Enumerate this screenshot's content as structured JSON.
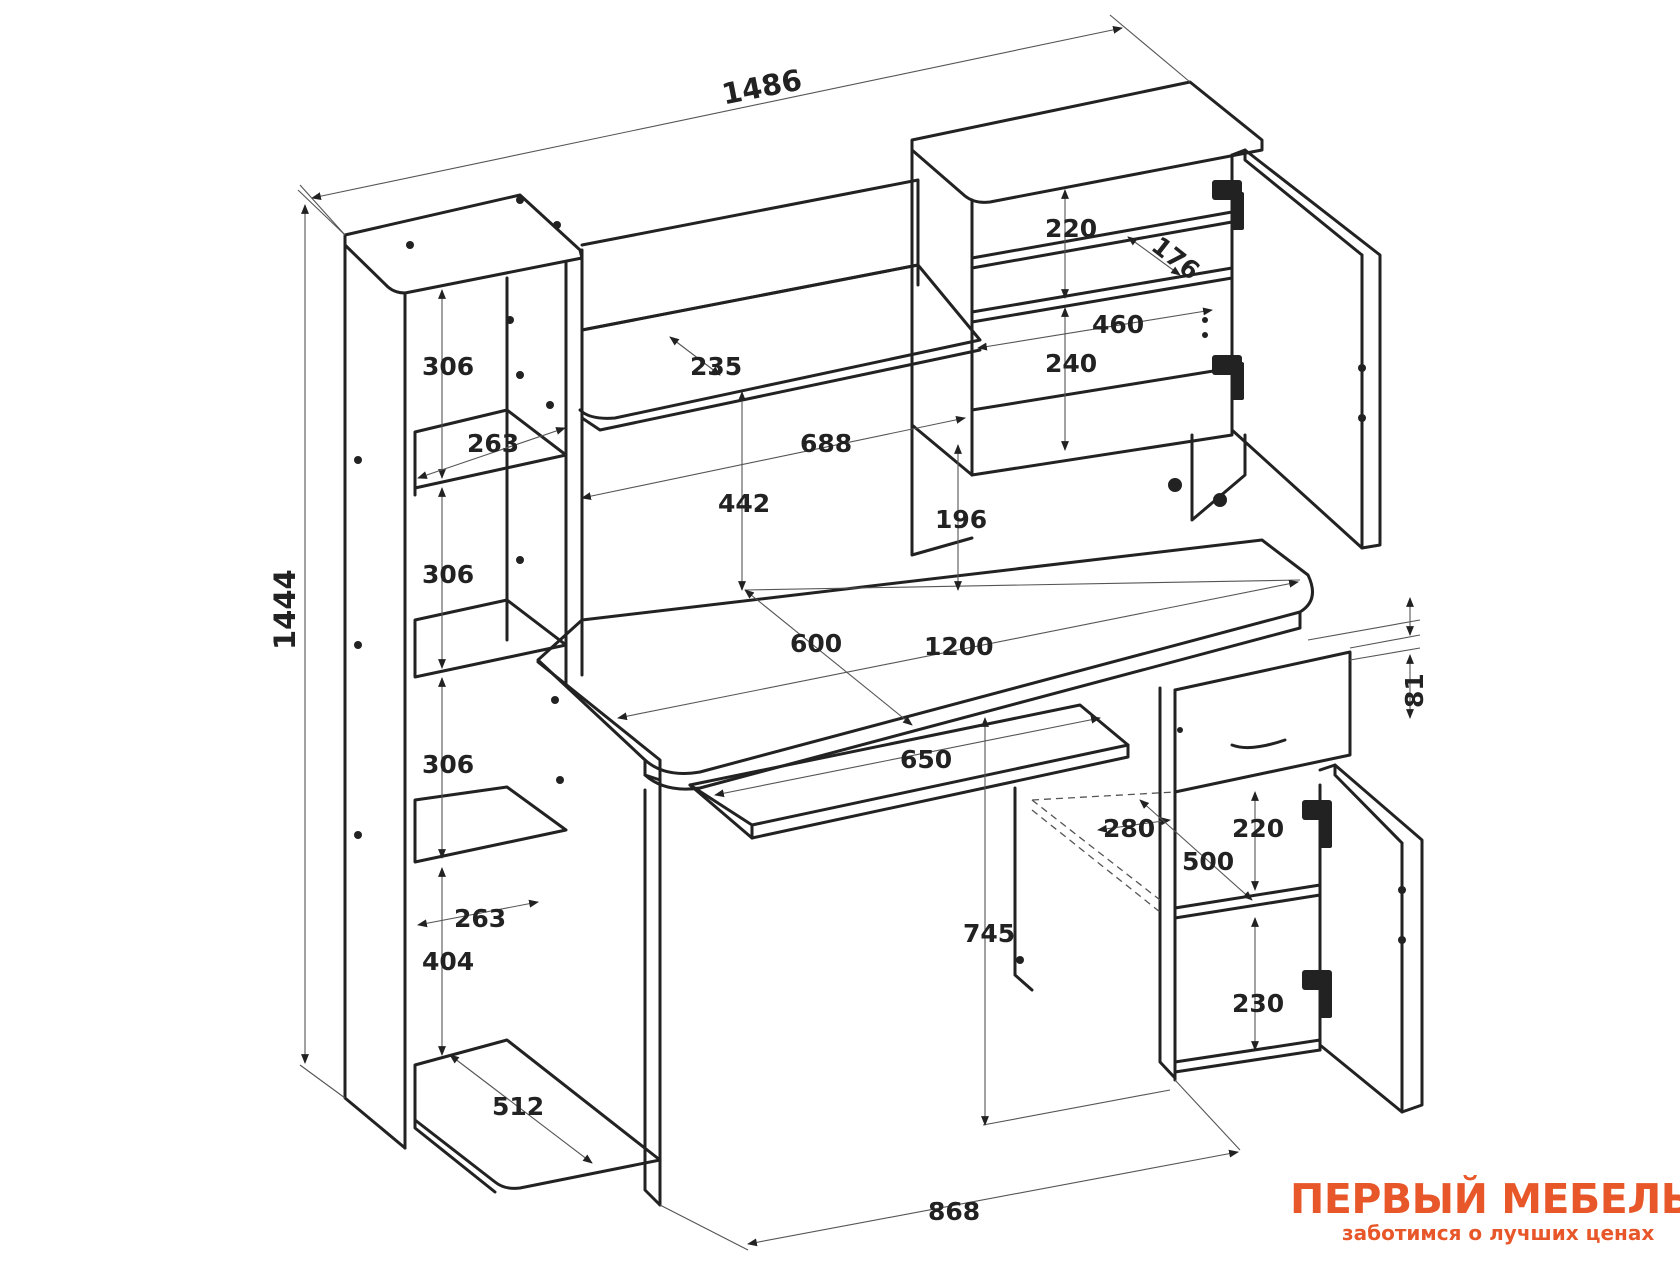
{
  "dimensions": {
    "total_width": "1486",
    "total_height": "1444",
    "desk_length": "1200",
    "desk_depth": "600",
    "base_depth": "868",
    "desk_height": "745",
    "keyboard_tray_width": "650",
    "upper_span_width": "688",
    "upper_clear_height": "442",
    "upper_shelf_depth": "235",
    "niche_height": "196",
    "cabinet_shelf_height_top": "220",
    "cabinet_shelf_depth": "176",
    "cabinet_width": "460",
    "cabinet_shelf_height_bottom": "240",
    "tower_shelf_height_1": "306",
    "tower_shelf_height_2": "306",
    "tower_shelf_height_3": "306",
    "tower_shelf_depth_top": "263",
    "tower_shelf_depth_bottom": "263",
    "tower_bottom_height": "404",
    "tower_base_depth": "512",
    "drawer_height": "81",
    "pedestal_shelf_height_top": "220",
    "pedestal_shelf_height_bottom": "230",
    "pedestal_depth": "500",
    "pedestal_inner_width": "280"
  },
  "watermark": {
    "brand": "ПЕРВЫЙ МЕБЕЛЬНЫЙ",
    "tagline": "заботимся о лучших ценах",
    "color": "#e8572a"
  },
  "line_color": "#222222"
}
